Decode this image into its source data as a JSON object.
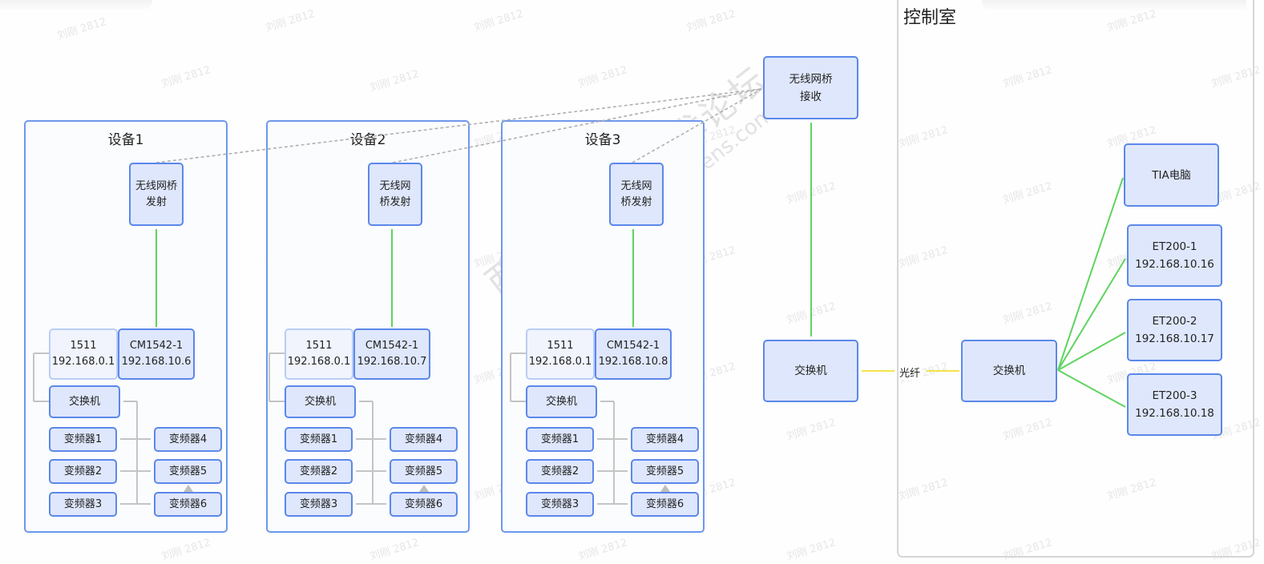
{
  "watermark": {
    "author": "刘刚 2812",
    "forum_title": "西门子工业 技术论坛",
    "forum_url": "support.industry.siemens.com/cs"
  },
  "colors": {
    "node_border": "#5b88ea",
    "node_fill": "#dfe7fc",
    "group_border": "#6e98ec",
    "ethernet_line": "#5fd35f",
    "wireless_line": "#b0b0b0",
    "fiber_line": "#f4e24a",
    "internal_line": "#c4c4c4"
  },
  "devices": [
    {
      "title": "设备1",
      "wireless_tx": "无线网桥\n发射",
      "plc": {
        "name": "1511",
        "ip": "192.168.0.1"
      },
      "cm": {
        "name": "CM1542-1",
        "ip": "192.168.10.6"
      },
      "switch": "交换机",
      "drives": [
        "变频器1",
        "变频器2",
        "变频器3",
        "变频器4",
        "变频器5",
        "变频器6"
      ]
    },
    {
      "title": "设备2",
      "wireless_tx": "无线网\n桥发射",
      "plc": {
        "name": "1511",
        "ip": "192.168.0.1"
      },
      "cm": {
        "name": "CM1542-1",
        "ip": "192.168.10.7"
      },
      "switch": "交换机",
      "drives": [
        "变频器1",
        "变频器2",
        "变频器3",
        "变频器4",
        "变频器5",
        "变频器6"
      ]
    },
    {
      "title": "设备3",
      "wireless_tx": "无线网\n桥发射",
      "plc": {
        "name": "1511",
        "ip": "192.168.0.1"
      },
      "cm": {
        "name": "CM1542-1",
        "ip": "192.168.10.8"
      },
      "switch": "交换机",
      "drives": [
        "变频器1",
        "变频器2",
        "变频器3",
        "变频器4",
        "变频器5",
        "变频器6"
      ]
    }
  ],
  "field": {
    "wireless_rx": "无线网桥\n接收",
    "switch": "交换机",
    "fiber_label": "光纤"
  },
  "control_room": {
    "title": "控制室",
    "switch": "交换机",
    "tia_pc": "TIA电脑",
    "et200": [
      {
        "name": "ET200-1",
        "ip": "192.168.10.16"
      },
      {
        "name": "ET200-2",
        "ip": "192.168.10.17"
      },
      {
        "name": "ET200-3",
        "ip": "192.168.10.18"
      }
    ]
  }
}
